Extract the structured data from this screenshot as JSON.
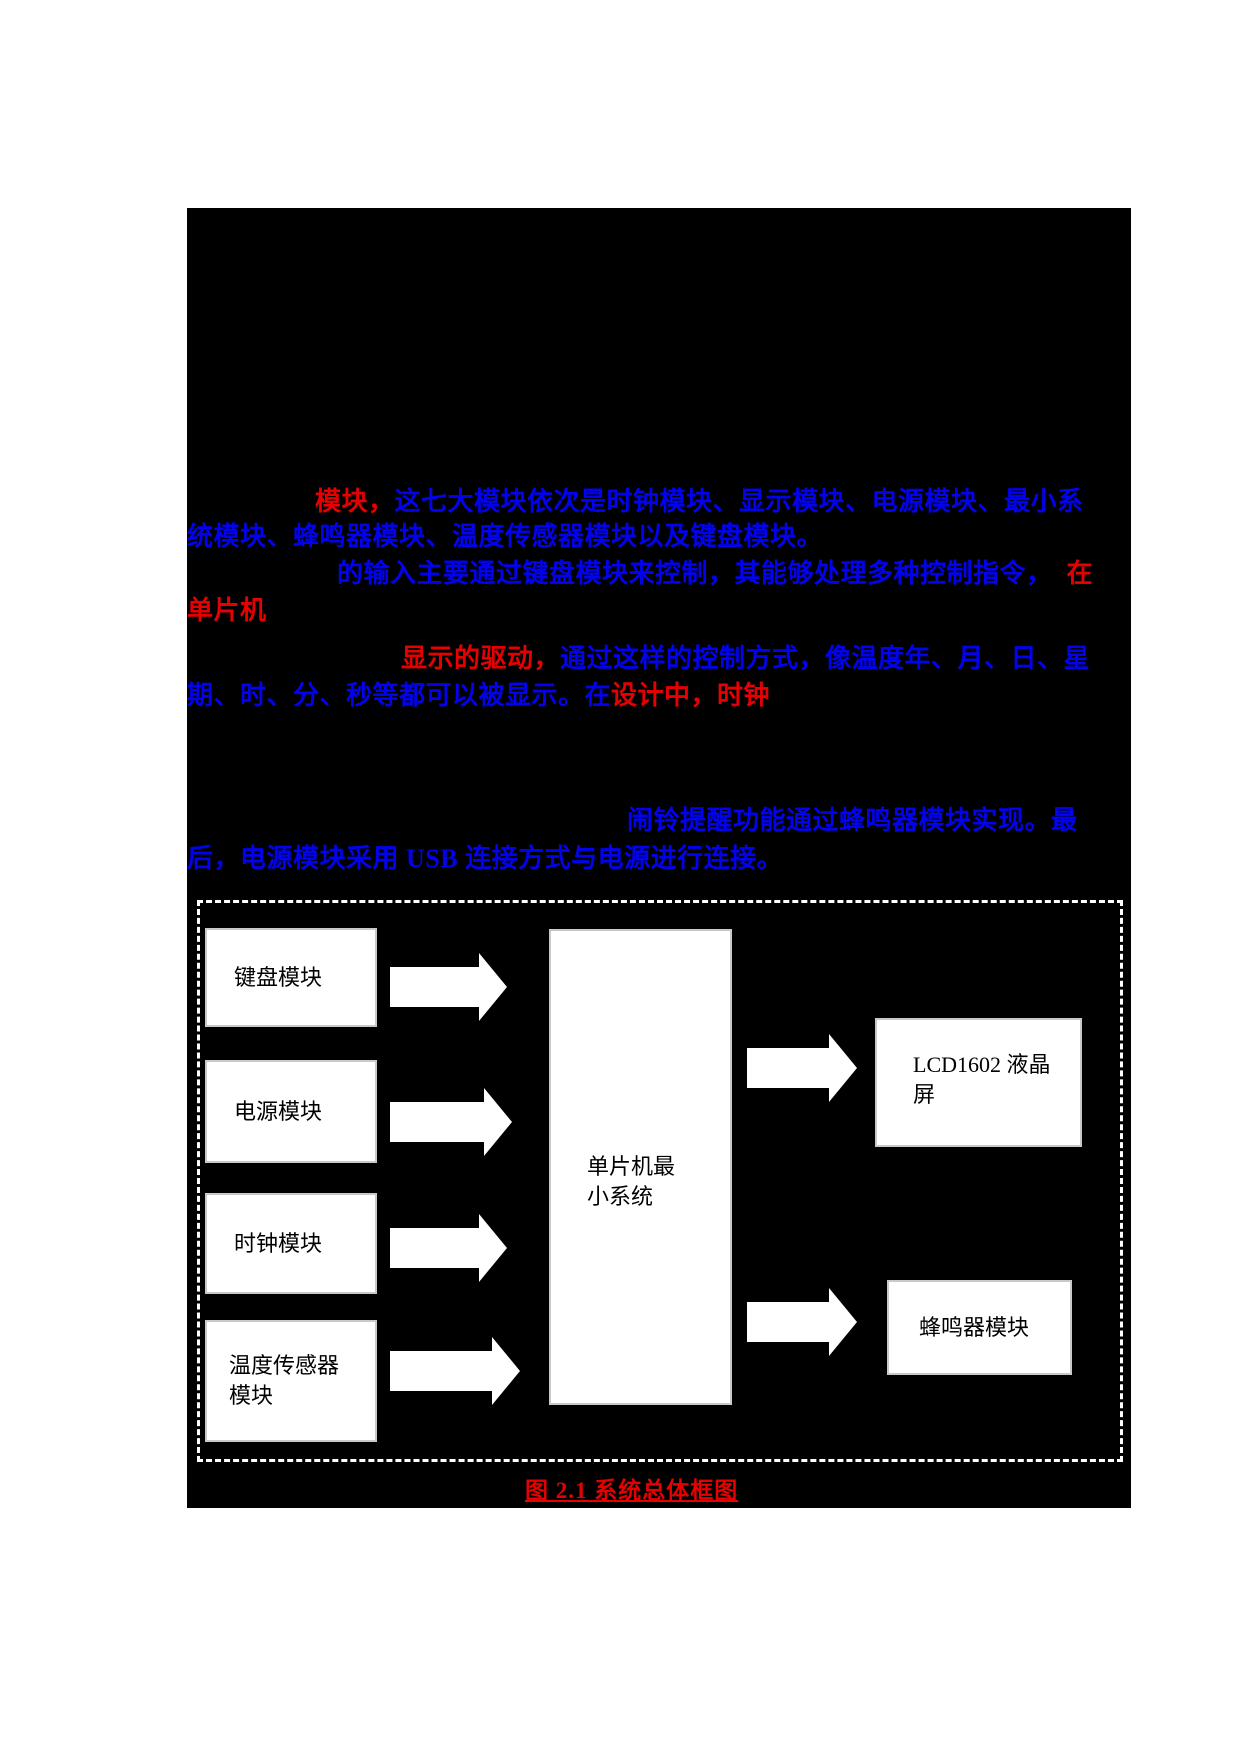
{
  "colors": {
    "page_bg": "#ffffff",
    "panel_bg": "#000000",
    "text_blue": "#0202ee",
    "text_red": "#e60000",
    "box_fill": "#ffffff",
    "box_border": "#c9c9c9",
    "diagram_border": "#ffffff"
  },
  "text": {
    "p1_l1_red": "模块，",
    "p1_l1_blue": "这七大模块依次是时钟模块、显示模块、电源模块、最小系",
    "p1_l2_blue": "统模块、蜂鸣器模块、温度传感器模块以及键盘模块。",
    "p2_l1_blue": "的输入主要通过键盘模块来控制，其能够处理多种控制指令，",
    "p2_l1_red": "在",
    "p2_l2_red": "单片机",
    "p3_l1_red": "显示的驱动，",
    "p3_l1_blue": "通过这样的控制方式，像温度年、月、日、星",
    "p3_l2_blue": "期、时、分、秒等都可以被显示。在",
    "p3_l2_red": "设计中，时钟",
    "p4_l1_blue": "闹铃提醒功能通过蜂鸣器模块实现。最",
    "p4_l2_blue": "后，电源模块采用 USB 连接方式与电源进行连接。"
  },
  "diagram": {
    "boxes": {
      "keyboard": "键盘模块",
      "power": "电源模块",
      "clock": "时钟模块",
      "temp_line1": "温度传感器",
      "temp_line2": "模块",
      "mcu_line1": "单片机最",
      "mcu_line2": "小系统",
      "lcd_line1": "LCD1602 液晶",
      "lcd_line2": "屏",
      "buzzer": "蜂鸣器模块"
    },
    "caption": "图 2.1 系统总体框图"
  }
}
